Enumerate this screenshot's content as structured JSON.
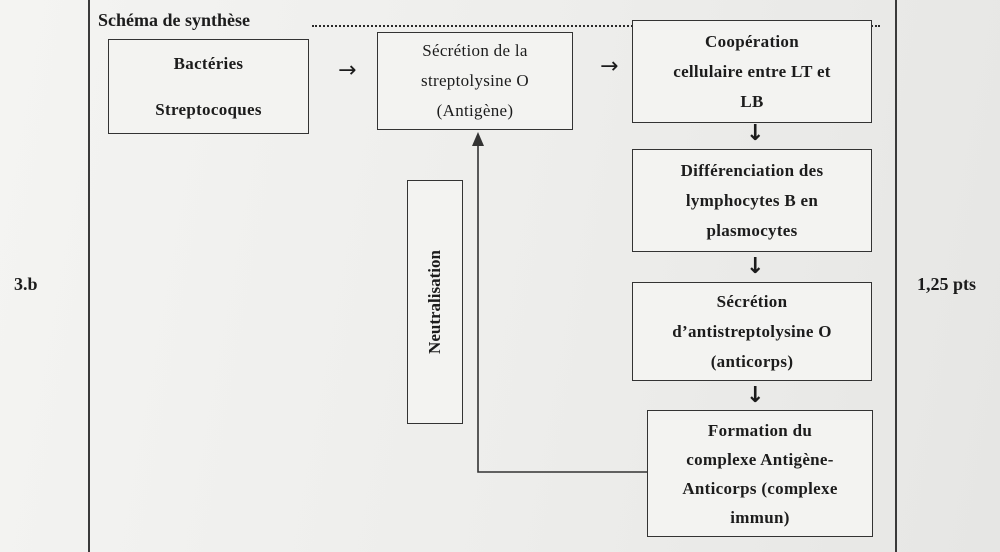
{
  "title": "Schéma de synthèse",
  "question_number": "3.b",
  "points": "1,25 pts",
  "boxes": {
    "bacteria": {
      "line1": "Bactéries",
      "line2": "Streptocoques"
    },
    "secretion_slo": {
      "line1": "Sécrétion de la",
      "line2": "streptolysine O",
      "line3": "(Antigène)"
    },
    "cooperation": {
      "line1": "Coopération",
      "line2": "cellulaire entre LT et",
      "line3": "LB"
    },
    "differentiation": {
      "line1": "Différenciation des",
      "line2": "lymphocytes B en",
      "line3": "plasmocytes"
    },
    "secretion_aslo": {
      "line1": "Sécrétion",
      "line2": "d’antistreptolysine O",
      "line3": "(anticorps)"
    },
    "complex": {
      "line1": "Formation du",
      "line2": "complexe Antigène-",
      "line3": "Anticorps (complexe",
      "line4": "immun)"
    },
    "neutralisation": "Neutralisation"
  },
  "arrows": {
    "right": "→",
    "down": "↓"
  }
}
